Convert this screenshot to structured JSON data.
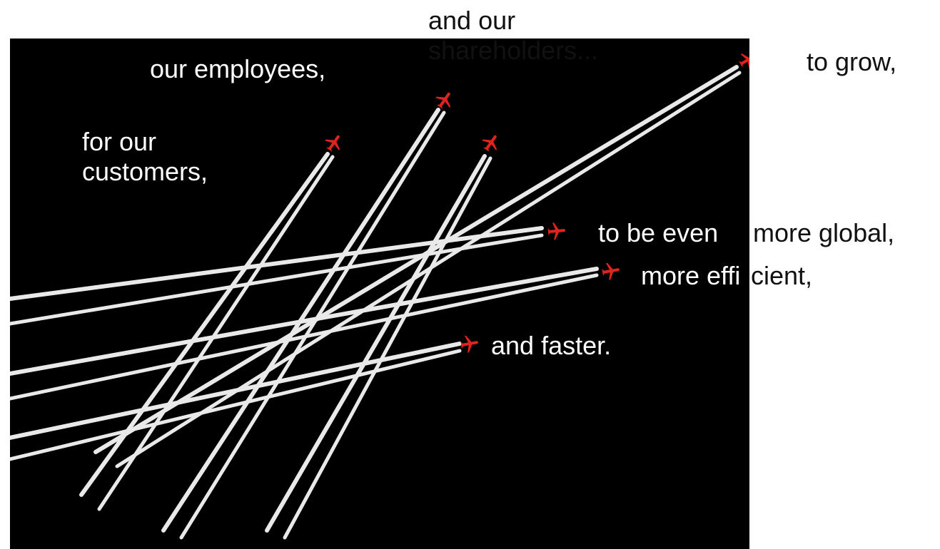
{
  "captions": {
    "for_customers": "for our\ncustomers,",
    "employees": "our employees,",
    "shareholders": "and our\nshareholders...",
    "to_grow": "to grow,",
    "more_global_a": "to be even ",
    "more_global_b": "more global,",
    "more_efficient_a": "more effi",
    "more_efficient_b": "cient,",
    "faster": "and faster."
  },
  "colors": {
    "background": "#000000",
    "contrail": "#e9e9e9",
    "plane": "#e0231e",
    "text_dark": "#111111",
    "text_light": "#ffffff"
  },
  "icons": [
    "airplane-icon",
    "contrail-line"
  ]
}
